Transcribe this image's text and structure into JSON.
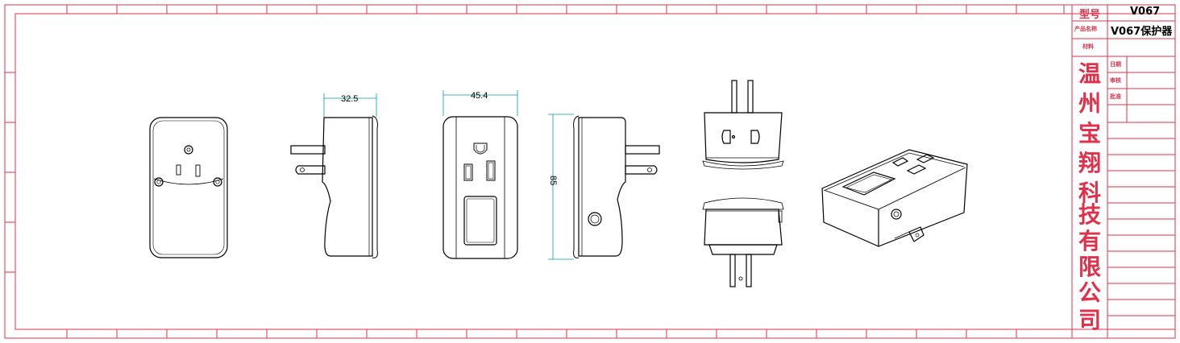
{
  "title_block": {
    "model_label": "型号",
    "model_value": "V067",
    "product_name_label": "产品名称",
    "product_name_value": "V067保护器",
    "material_label": "材料",
    "date_label": "日期",
    "review_label": "审核",
    "approve_label": "批准",
    "company_chars": [
      "温",
      "州",
      "宝",
      "翔",
      "科",
      "技",
      "有",
      "限",
      "公",
      "司"
    ]
  },
  "dimensions": {
    "depth": "32.5",
    "width": "45.4",
    "height": "85"
  },
  "colors": {
    "frame": "#e0304a",
    "line": "#000000",
    "dimension": "#00a0a0"
  }
}
